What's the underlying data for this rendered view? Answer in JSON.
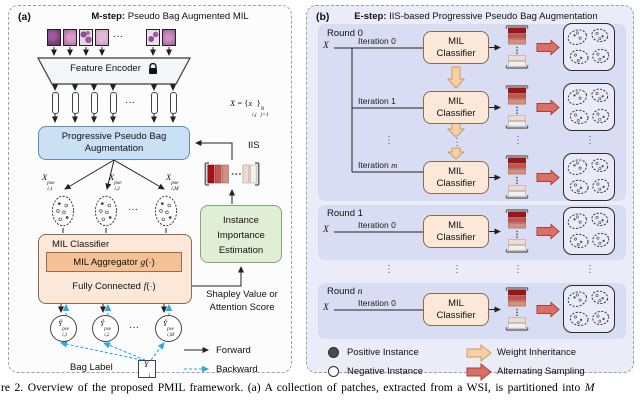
{
  "colors": {
    "panel_b_bg": "#eaecf8",
    "round_box_bg": "#d8ddf3",
    "mil_box_fill": "#fce8d8",
    "mil_inner_fill": "#f4c096",
    "aug_box_fill": "#cbe0f4",
    "iie_box_fill": "#e0eed6",
    "weight_arrow": "#f8d0a8",
    "sampling_arrow": "#d96f66",
    "backward_blue": "#29abe2",
    "bar_colors": [
      "#a41216",
      "#c5544b",
      "#d4907e",
      "#f0d9d0",
      "#f4f1ea"
    ]
  },
  "panel_a": {
    "tag": "(a)",
    "title_bold": "M-step:",
    "title_rest": " Pseudo Bag Augmented MIL",
    "patches_ellipsis": "···",
    "feature_encoder_label": "Feature Encoder",
    "pills_ellipsis": "···",
    "formula": {
      "x": "X",
      "eq": " = ",
      "open": "{",
      "var": "x",
      "var_sub": "i,j",
      "close": "}",
      "sup": "N",
      "sub": "j=1"
    },
    "aug_line1": "Progressive Pseudo Bag",
    "aug_line2": "Augmentation",
    "iis_label": "IIS",
    "bags": [
      {
        "base": "X",
        "sup": "pse",
        "sub": "i,1"
      },
      {
        "base": "X",
        "sup": "pse",
        "sub": "i,2"
      },
      {
        "base": "X",
        "sup": "pse",
        "sub": "i,M"
      }
    ],
    "bags_ellipsis": "···",
    "iie_line1": "Instance",
    "iie_line2": "Importance",
    "iie_line3": "Estimation",
    "mil_title": "MIL Classifier",
    "aggregator": {
      "text": "MIL Aggregator ",
      "fn": "g",
      "args": "(·)"
    },
    "fully_connected": {
      "text": "Fully Connected ",
      "fn": "f",
      "args": "(·)"
    },
    "score_line1": "Shapley Value or",
    "score_line2": "Attention Score",
    "preds": [
      {
        "base": "Ŷ",
        "sup": "pse",
        "sub": "i,1"
      },
      {
        "base": "Ŷ",
        "sup": "pse",
        "sub": "i,2"
      },
      {
        "base": "Ŷ",
        "sup": "pse",
        "sub": "i,M"
      }
    ],
    "preds_ellipsis": "···",
    "bag_label": "Bag Label",
    "bag_symbol": {
      "base": "Y",
      "sub": "i"
    },
    "legend_forward": "Forward",
    "legend_backward": "Backward"
  },
  "panel_b": {
    "tag": "(b)",
    "title_bold": "E-step:",
    "title_rest": " IIS-based Progressive Pseudo Bag Augmentation",
    "x_symbol": "X",
    "mil_line1": "MIL",
    "mil_line2": "Classifier",
    "round0": "Round 0",
    "round1": "Round 1",
    "round_n": {
      "prefix": "Round ",
      "var": "n"
    },
    "iteration0": "Iteration 0",
    "iteration1": "Iteration 1",
    "iteration_m": {
      "prefix": "Iteration ",
      "var": "m"
    },
    "dots": "⋮",
    "legend": {
      "positive": "Positive Instance",
      "negative": "Negative Instance",
      "weight": "Weight Inheritance",
      "sampling": "Alternating Sampling"
    }
  },
  "caption": {
    "prefix": "re 2.  Overview of the proposed PMIL framework.  (a) A collection of patches, extracted from a WSI, is partitioned into ",
    "var": "M"
  }
}
